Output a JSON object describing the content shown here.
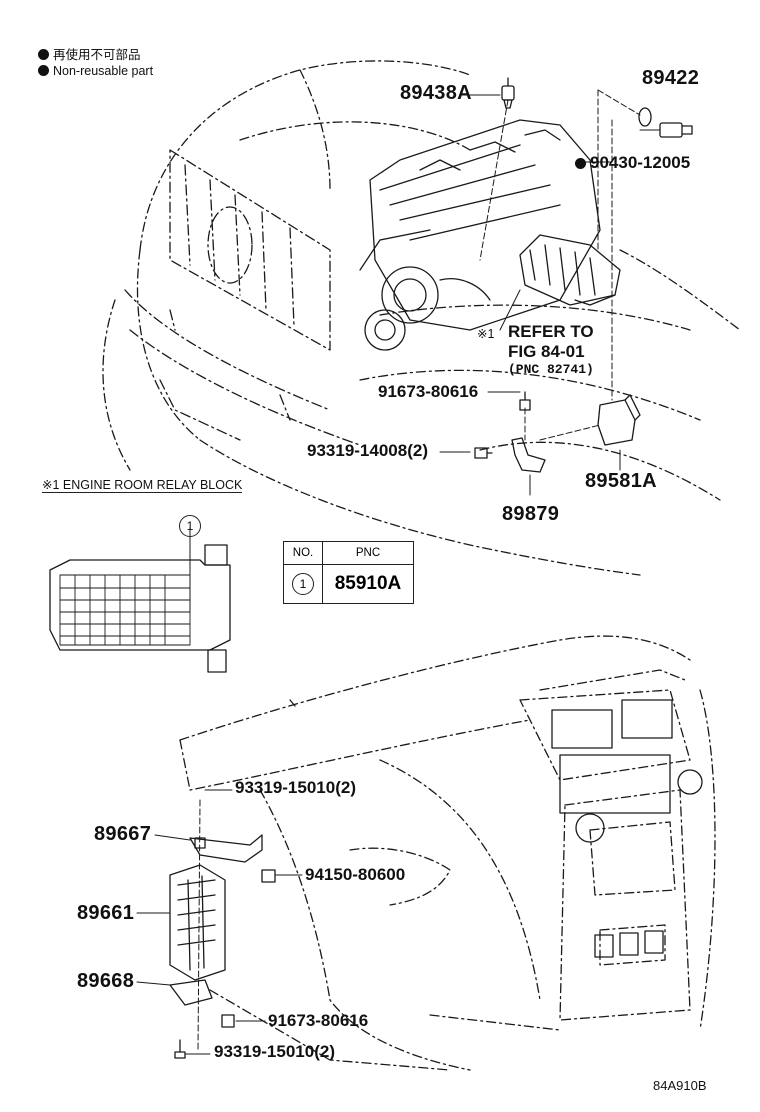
{
  "legend": {
    "jp": "再使用不可部品",
    "en": "Non-reusable part"
  },
  "labels": {
    "p89438A": "89438A",
    "p89422": "89422",
    "p90430": "90430-12005",
    "refer1": "REFER TO",
    "refer2": "FIG 84-01",
    "refer3": "(PNC 82741)",
    "mark1": "※1",
    "p91673_top": "91673-80616",
    "p93319_14008": "93319-14008(2)",
    "p89581A": "89581A",
    "p89879": "89879",
    "relay_note": "※1  ENGINE ROOM RELAY BLOCK",
    "p93319_15010_top": "93319-15010(2)",
    "p89667": "89667",
    "p94150": "94150-80600",
    "p89661": "89661",
    "p89668": "89668",
    "p91673_bot": "91673-80616",
    "p93319_15010_bot": "93319-15010(2)",
    "fig_code": "84A910B",
    "callout_num": "1"
  },
  "table": {
    "col_no": "NO.",
    "col_pnc": "PNC",
    "row_no": "1",
    "row_pnc": "85910A"
  },
  "colors": {
    "ink": "#111111",
    "background": "#ffffff"
  }
}
